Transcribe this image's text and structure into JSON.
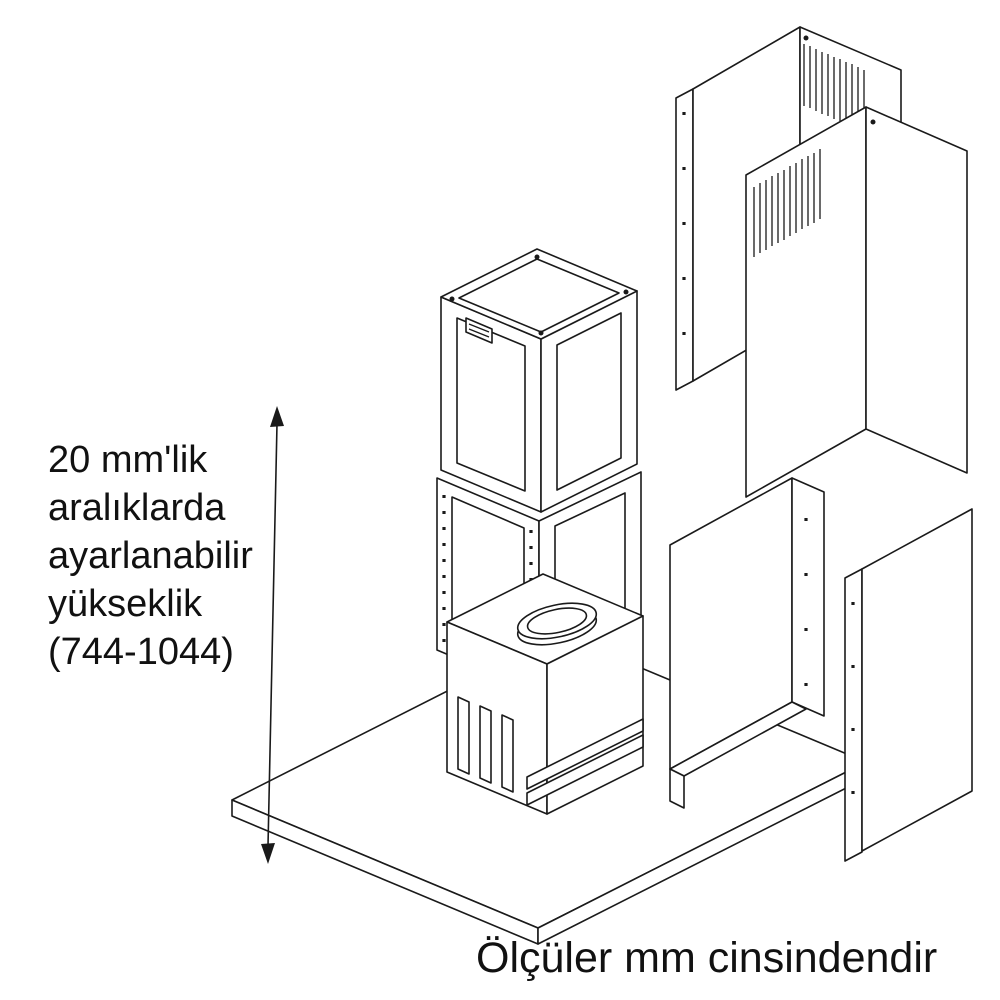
{
  "annotation": {
    "lines": [
      "20 mm'lik",
      "aralıklarda",
      "ayarlanabilir",
      "yükseklik",
      "(744-1044)"
    ],
    "height_range_mm": [
      744,
      1044
    ],
    "step_mm": 20
  },
  "caption": {
    "text": "Ölçüler mm cinsindendir"
  },
  "colors": {
    "line": "#1a1a1a",
    "background": "#ffffff",
    "text": "#111111"
  }
}
